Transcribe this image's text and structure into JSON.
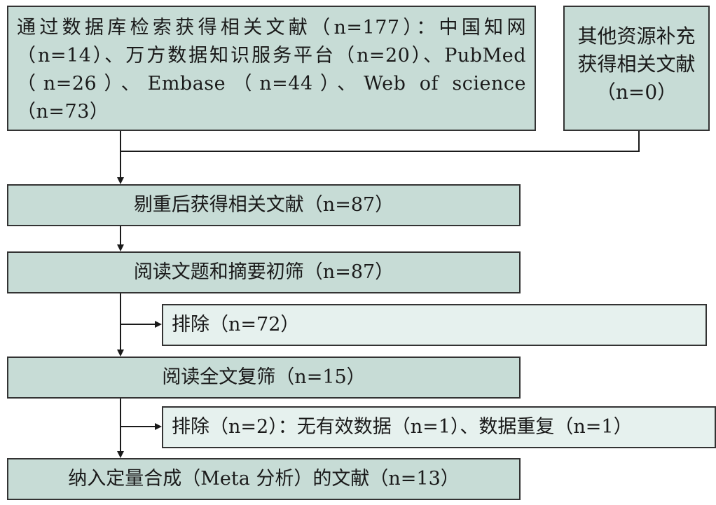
{
  "boxes": {
    "database_search": "通过数据库检索获得相关文献（n=177）：中国知网（n=14）、万方数据知识服务平台（n=20）、PubMed（n=26）、Embase（n=44）、Web of science（n=73）",
    "other_sources": "其他资源补充获得相关文献（n=0）",
    "after_dedup": "剔重后获得相关文献（n=87）",
    "title_abstract_screen": "阅读文题和摘要初筛（n=87）",
    "excluded_first": "排除（n=72）",
    "fulltext_screen": "阅读全文复筛（n=15）",
    "excluded_second": "排除（n=2）：无有效数据（n=1）、数据重复（n=1）",
    "included_meta": "纳入定量合成（Meta 分析）的文献（n=13）"
  },
  "colors": {
    "box_fill": "#c7dcd6",
    "exclusion_fill": "#e6f1ee",
    "stroke": "#333333"
  }
}
